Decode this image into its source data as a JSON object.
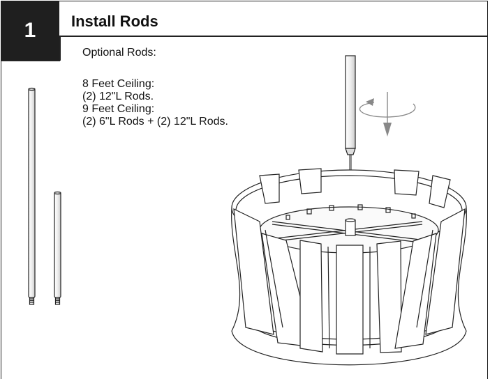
{
  "step": {
    "number": "1",
    "title": "Install Rods"
  },
  "instructions": {
    "optional_heading": "Optional Rods:",
    "lines": [
      "8 Feet Ceiling:",
      "(2) 12\"L Rods.",
      "9 Feet Ceiling:",
      "(2) 6\"L Rods + (2) 12\"L Rods."
    ]
  },
  "icons": {
    "long_rod": "long-rod-icon",
    "short_rod": "short-rod-icon",
    "rotate_arrow": "rotate-arrow-icon",
    "down_arrow": "down-arrow-icon",
    "fixture": "drum-fixture-illustration"
  },
  "colors": {
    "line": "#222222",
    "step_box": "#1f1f1f",
    "arrow": "#888888"
  }
}
